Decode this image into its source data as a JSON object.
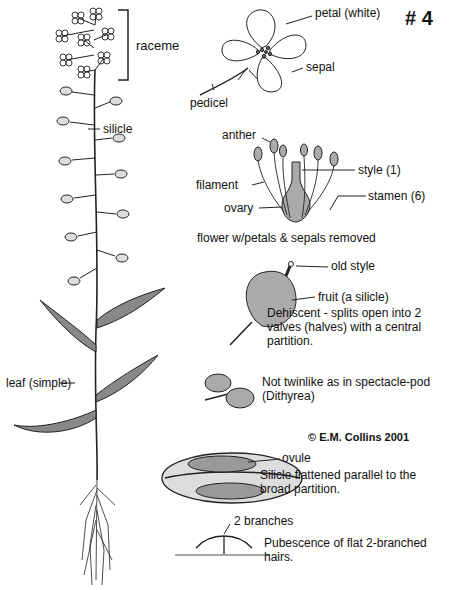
{
  "diagram": {
    "labels": [
      "raceme",
      "petal (white)",
      "# 4",
      "sepal",
      "pedicel",
      "silicle",
      "anther",
      "filament",
      "style (1)",
      "stamen (6)",
      "ovary",
      "flower w/petals & sepals removed",
      "old style",
      "fruit (a silicle)",
      "Dehiscent - splits open into 2 valves (halves) with a central partition.",
      "Not twinlike as in spectacle-pod (Dithyrea)",
      "leaf (simple)",
      "© E.M. Collins 2001",
      "ovule",
      "Silicle flattened parallel to the broad partition.",
      "2 branches",
      "Pubescence of flat 2-branched hairs."
    ]
  }
}
